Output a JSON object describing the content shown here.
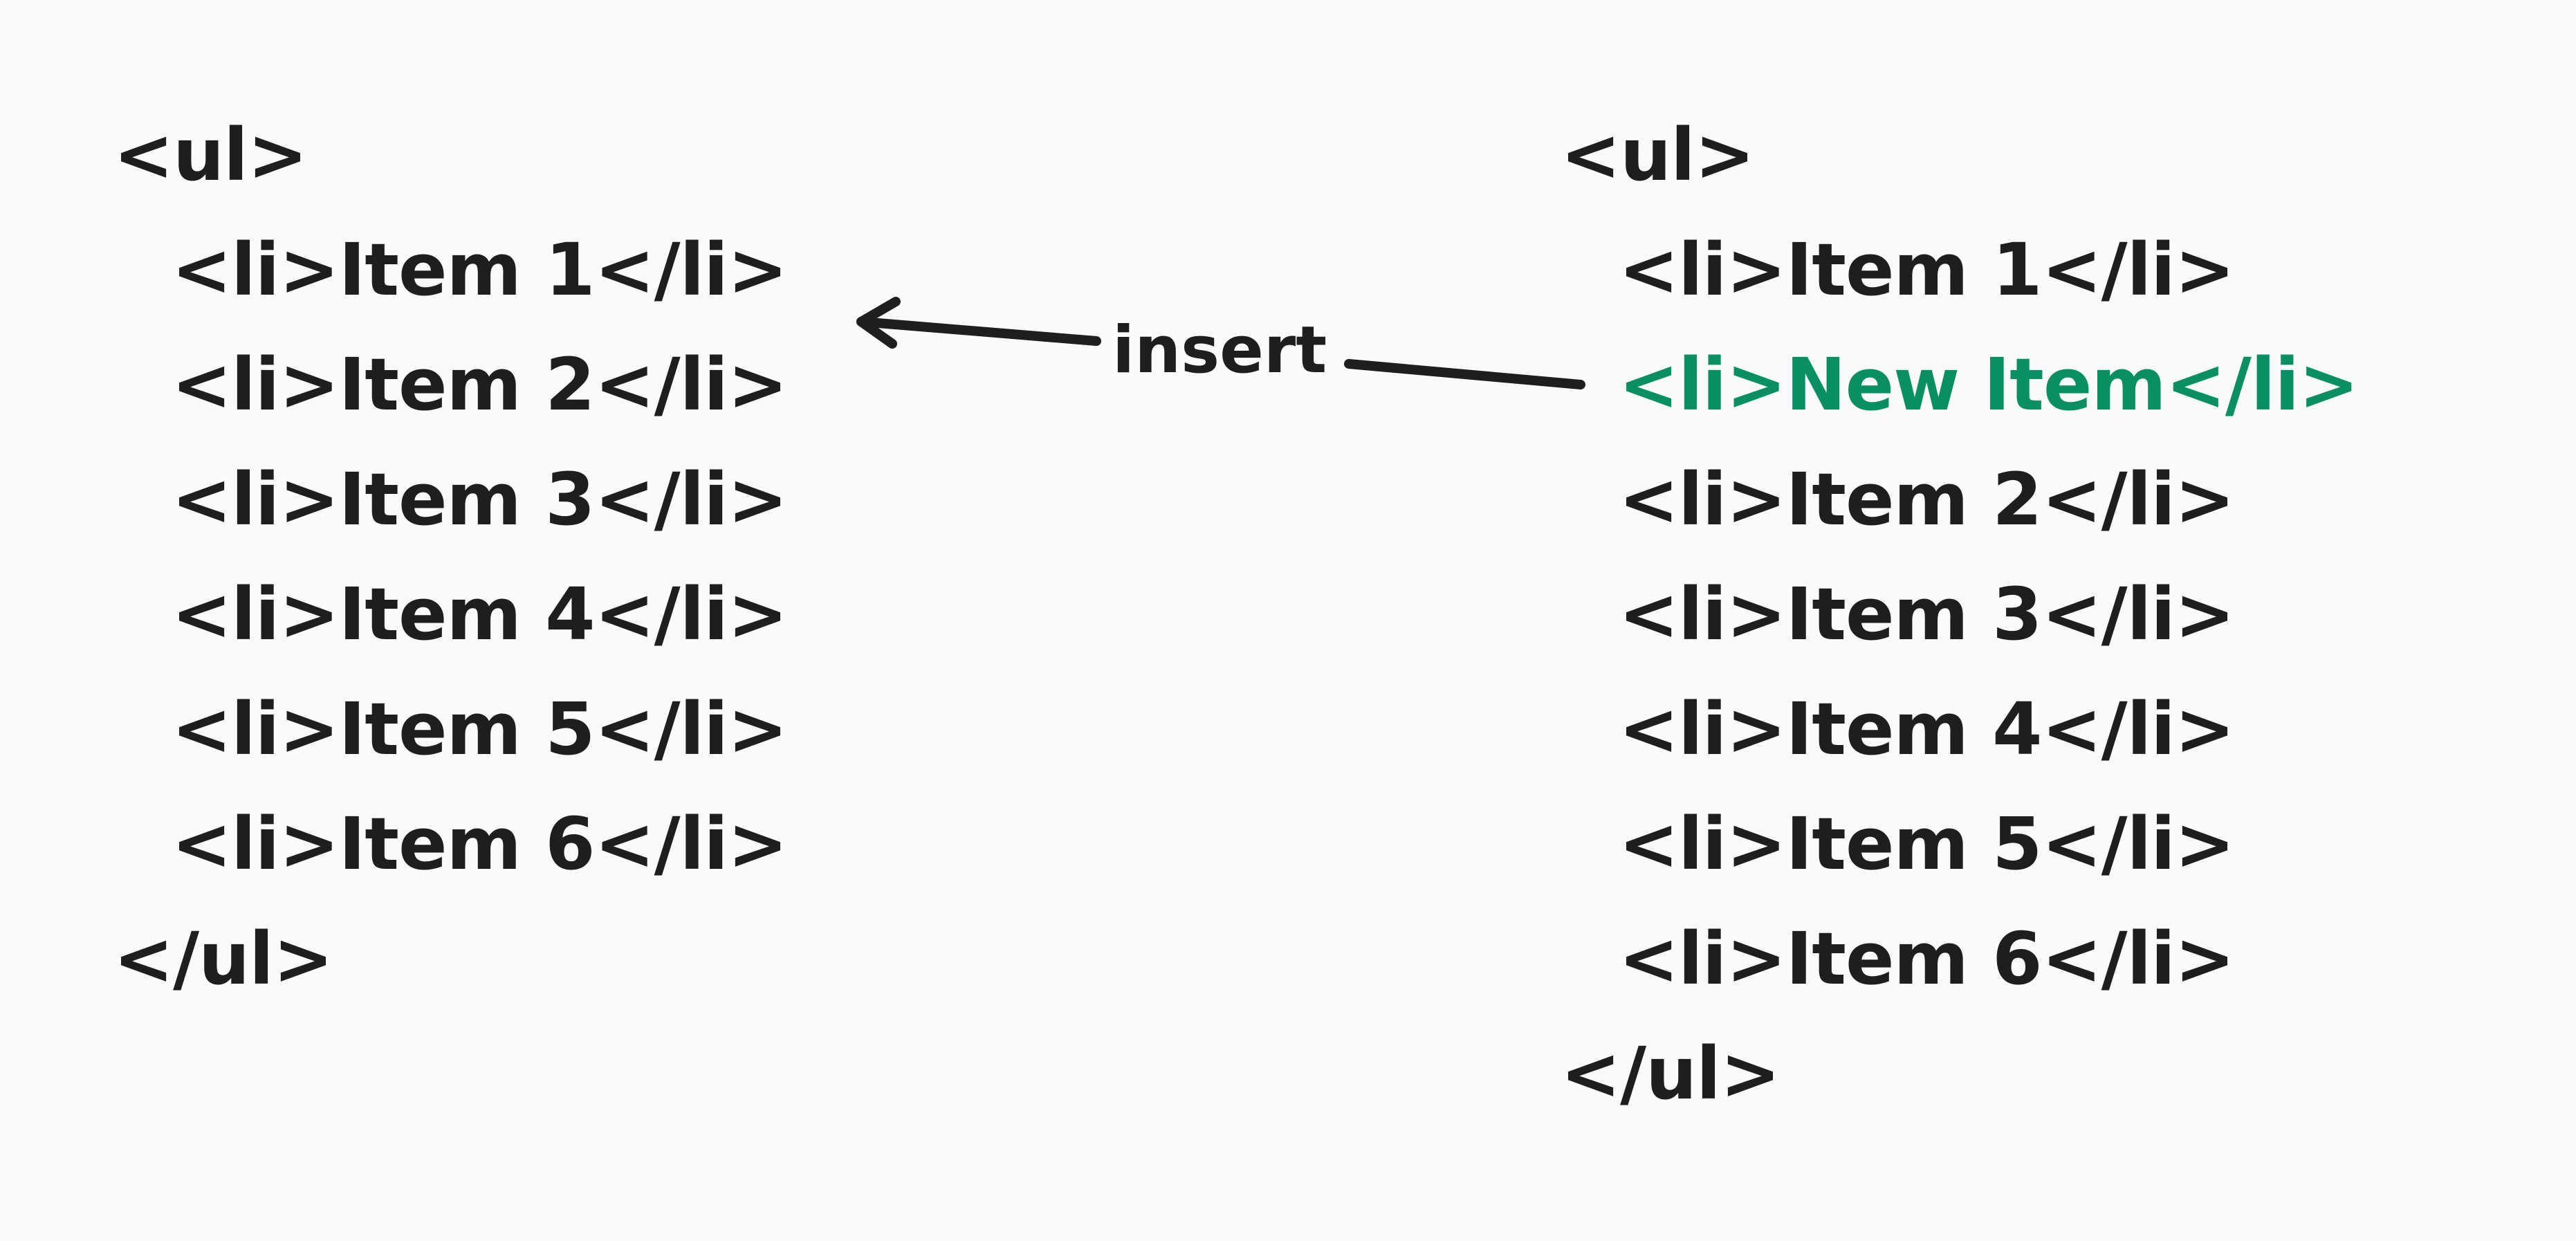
{
  "before": {
    "open_tag": "<ul>",
    "items": [
      "<li>Item 1</li>",
      "<li>Item 2</li>",
      "<li>Item 3</li>",
      "<li>Item 4</li>",
      "<li>Item 5</li>",
      "<li>Item 6</li>"
    ],
    "close_tag": "</ul>"
  },
  "after": {
    "open_tag": "<ul>",
    "items": [
      "<li>Item 1</li>",
      "<li>New Item</li>",
      "<li>Item 2</li>",
      "<li>Item 3</li>",
      "<li>Item 4</li>",
      "<li>Item 5</li>",
      "<li>Item 6</li>"
    ],
    "close_tag": "</ul>",
    "highlight_color": "#0a9060"
  },
  "arrow": {
    "label": "insert"
  }
}
